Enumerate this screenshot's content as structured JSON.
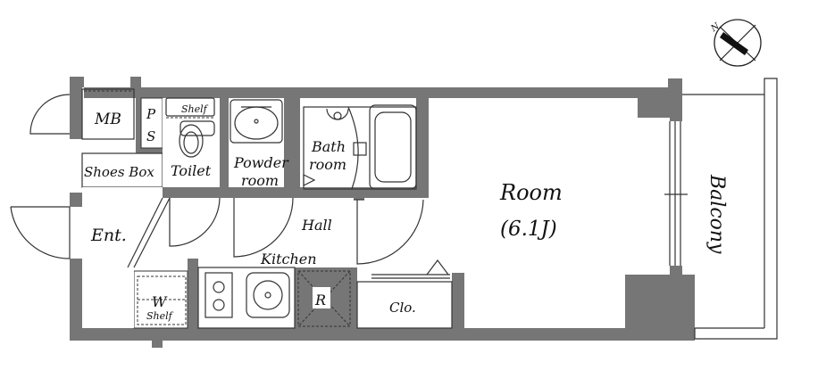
{
  "labels": {
    "mb": "MB",
    "ps_p": "P",
    "ps_s": "S",
    "shelf_top": "Shelf",
    "toilet": "Toilet",
    "powder_1": "Powder",
    "powder_2": "room",
    "bath_1": "Bath",
    "bath_2": "room",
    "shoes_box": "Shoes Box",
    "entrance": "Ent.",
    "hall": "Hall",
    "kitchen": "Kitchen",
    "refrigerator": "R",
    "wardrobe_w": "W",
    "wardrobe_shelf": "Shelf",
    "closet": "Clo.",
    "room": "Room",
    "room_size": "(6.1J)",
    "balcony": "Balcony"
  },
  "compass": {
    "north_label": "N"
  }
}
